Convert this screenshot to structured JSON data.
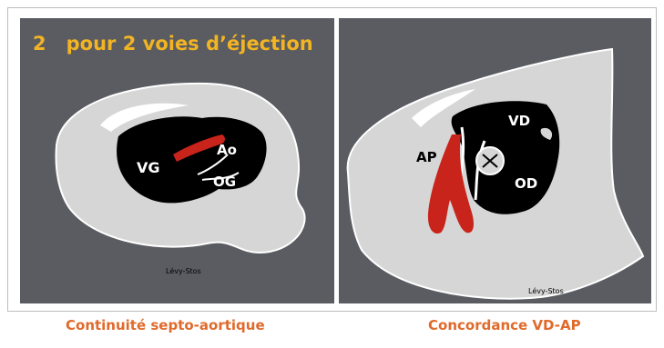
{
  "heading": {
    "number": "2",
    "text": "pour 2 voies d’éjection"
  },
  "left_panel": {
    "labels": {
      "vg": "VG",
      "ao": "Ao",
      "og": "OG"
    },
    "credit": "Lévy-Stos"
  },
  "right_panel": {
    "labels": {
      "ap": "AP",
      "vd": "VD",
      "od": "OD"
    },
    "credit": "Lévy-Stos"
  },
  "captions": {
    "left": "Continuité septo-aortique",
    "right": "Concordance VD-AP"
  },
  "colors": {
    "panel_bg": "#5a5c62",
    "tissue": "#d6d6d6",
    "cavity": "#000000",
    "vessel_red": "#c8241b",
    "heading_yellow": "#f2b422",
    "caption_orange": "#e06a2b"
  }
}
